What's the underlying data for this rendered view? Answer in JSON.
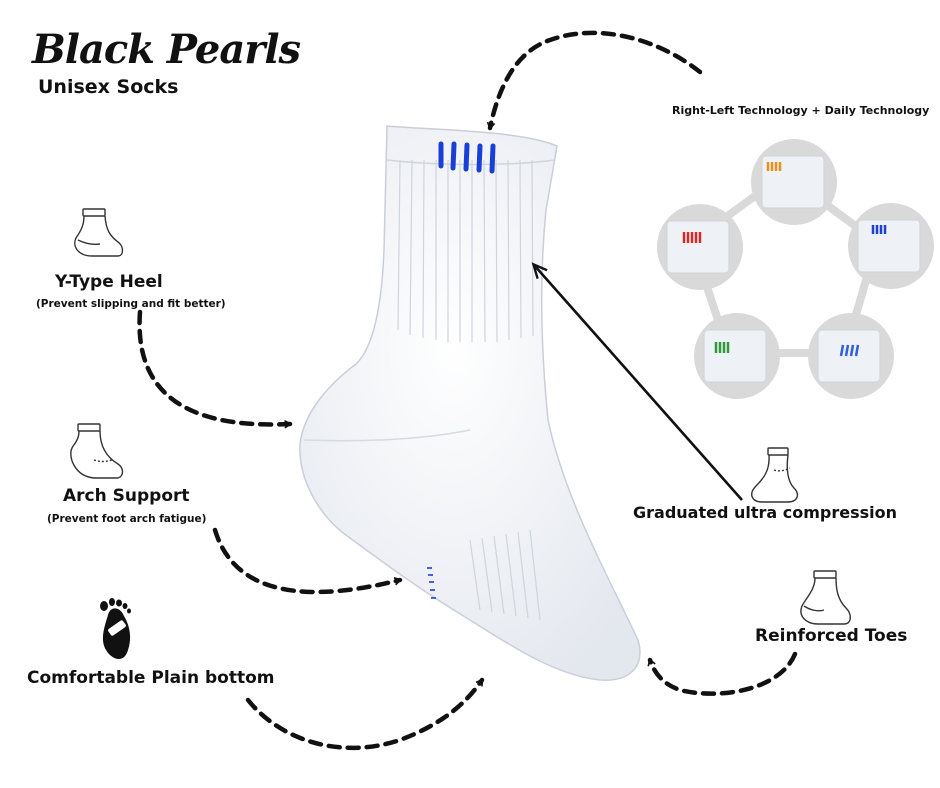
{
  "brand": {
    "name": "Black Pearls",
    "tagline": "Unisex Socks"
  },
  "technology": {
    "label": "Right-Left Technology + Daily Technology"
  },
  "features": {
    "heel": {
      "title": "Y-Type Heel",
      "subtitle": "(Prevent slipping and fit better)"
    },
    "arch": {
      "title": "Arch Support",
      "subtitle": "(Prevent foot arch fatigue)"
    },
    "bottom": {
      "title": "Comfortable Plain bottom"
    },
    "compression": {
      "title": "Graduated ultra compression"
    },
    "toes": {
      "title": "Reinforced Toes"
    }
  },
  "sock_marker_color": "#1a3fd6",
  "variant_colors": [
    "#e8901c",
    "#1f3fd0",
    "#2f5fe0",
    "#2e9a3a",
    "#d42a2a"
  ],
  "ring_color": "#d9d9d9"
}
